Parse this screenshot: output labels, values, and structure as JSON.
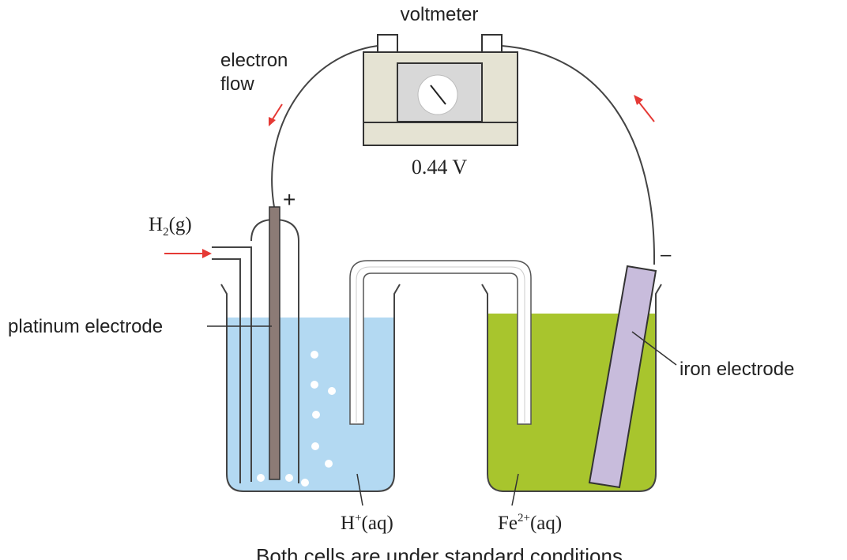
{
  "labels": {
    "voltmeter": "voltmeter",
    "electron_flow_line1": "electron",
    "electron_flow_line2": "flow",
    "reading": "0.44 V",
    "positive_sign": "+",
    "negative_sign": "–",
    "hydrogen_main": "H",
    "hydrogen_sub": "2",
    "hydrogen_state": "(g)",
    "platinum_electrode": "platinum electrode",
    "iron_electrode": "iron electrode",
    "h_ion_main": "H",
    "h_ion_sup": "+",
    "h_ion_state": "(aq)",
    "fe_ion_main": "Fe",
    "fe_ion_sup": "2+",
    "fe_ion_state": "(aq)",
    "caption": "Both cells are under standard conditions"
  },
  "colors": {
    "left_solution": "#b3d9f2",
    "right_solution": "#a8c52d",
    "voltmeter_body": "#e5e3d3",
    "platinum_rod": "#8c7b76",
    "iron_rod": "#c8bcdc",
    "arrow": "#e53935",
    "outline": "#333333"
  }
}
